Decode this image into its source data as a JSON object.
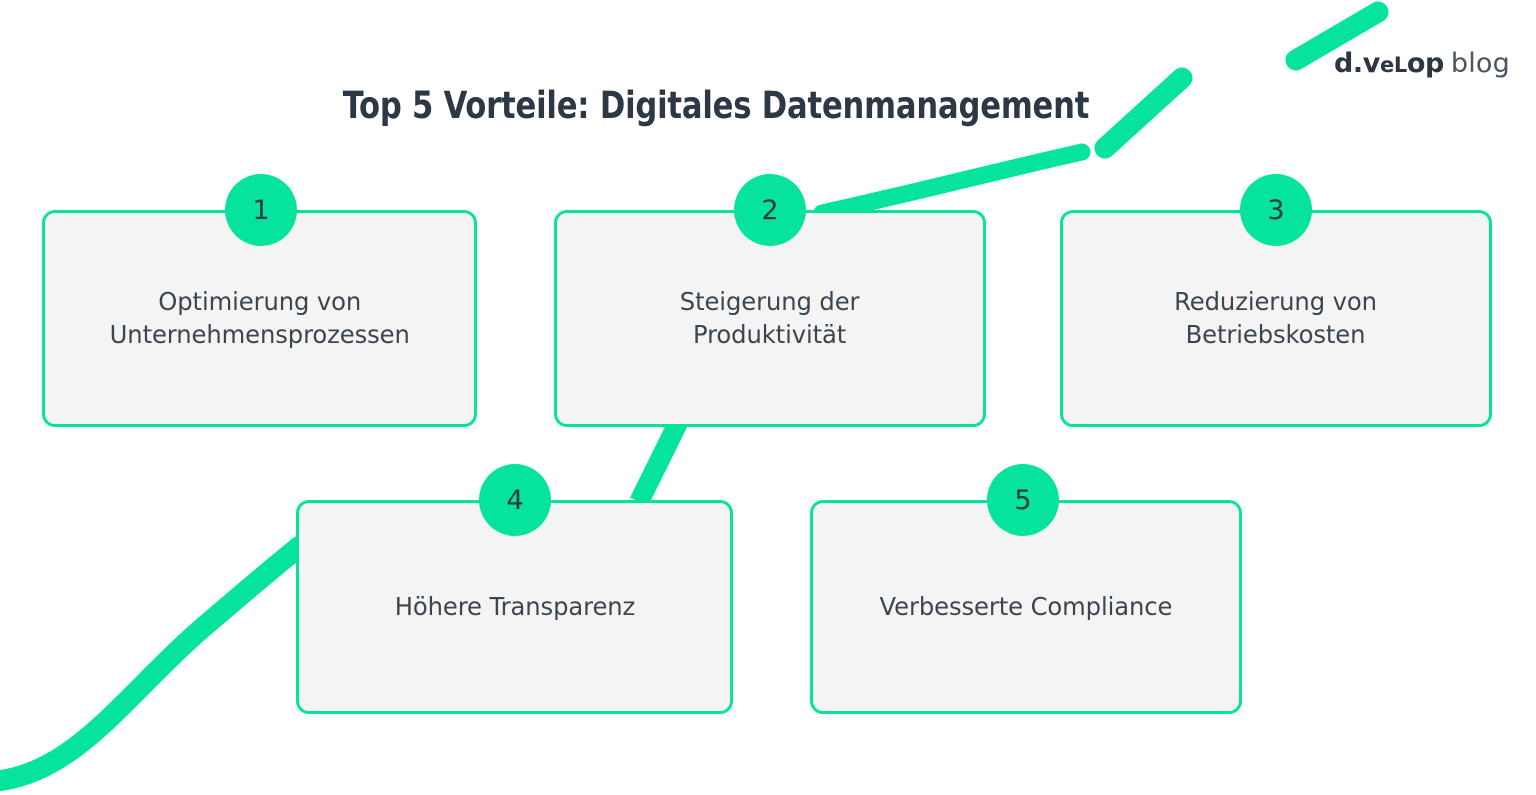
{
  "meta": {
    "background_color": "#ffffff",
    "accent_color": "#05e39c",
    "card_fill_color": "#f4f4f4",
    "text_color": "#3b4651",
    "title_color": "#2d3846"
  },
  "brand": {
    "logo_primary": "d.v",
    "logo_smallcaps": "e",
    "logo_primary_2": "L",
    "logo_tail": "op",
    "logo_name": "d.velop",
    "logo_suffix": "blog"
  },
  "header": {
    "title": "Top 5 Vorteile: Digitales Datenmanagement"
  },
  "cards": [
    {
      "number": "1",
      "label": "Optimierung von\nUnternehmensprozessen"
    },
    {
      "number": "2",
      "label": "Steigerung der\nProduktivität"
    },
    {
      "number": "3",
      "label": "Reduzierung von\nBetriebskosten"
    },
    {
      "number": "4",
      "label": "Höhere Transparenz"
    },
    {
      "number": "5",
      "label": "Verbesserte Compliance"
    }
  ],
  "decorations": {
    "connector_card2_to_topright": "curve",
    "connector_card2_to_card4": "diagonal-band",
    "connector_bottomleft_to_card4": "s-curve",
    "dash_upper": "dash",
    "dash_lower": "dash"
  }
}
